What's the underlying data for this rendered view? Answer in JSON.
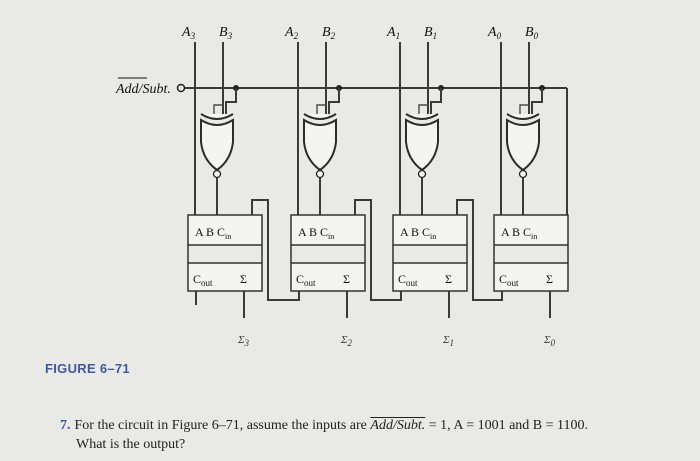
{
  "figure": {
    "label": "FIGURE 6–71",
    "control_input": "Add/Subt.",
    "stages": [
      {
        "a": "A3",
        "b": "B3",
        "sum": "Σ3",
        "box_top": "A B Cin",
        "box_bottom_left": "Cout",
        "box_bottom_right": "Σ"
      },
      {
        "a": "A2",
        "b": "B2",
        "sum": "Σ2",
        "box_top": "A B Cin",
        "box_bottom_left": "Cout",
        "box_bottom_right": "Σ"
      },
      {
        "a": "A1",
        "b": "B1",
        "sum": "Σ1",
        "box_top": "A B Cin",
        "box_bottom_left": "Cout",
        "box_bottom_right": "Σ"
      },
      {
        "a": "A0",
        "b": "B0",
        "sum": "Σ0",
        "box_top": "A B Cin",
        "box_bottom_left": "Cout",
        "box_bottom_right": "Σ"
      }
    ]
  },
  "question": {
    "number": "7.",
    "line1_pre": "For the circuit in Figure 6–71, assume the inputs are ",
    "line1_control": "Add/Subt.",
    "line1_post": " = 1, A = 1001 and B = 1100.",
    "line2": "What is the output?"
  }
}
